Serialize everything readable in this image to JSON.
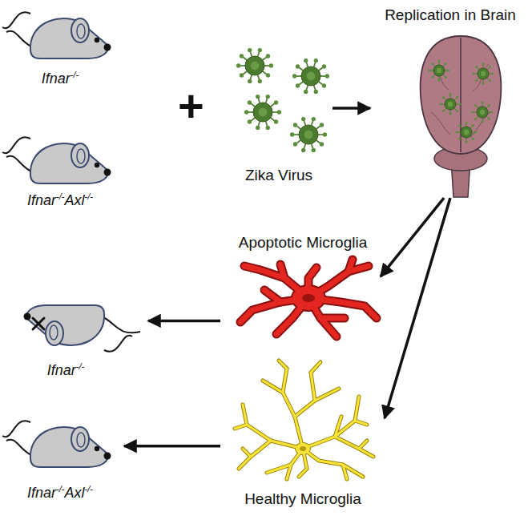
{
  "diagram": {
    "nodes": [
      {
        "text": [
          "Ifnar-/-"
        ]
      },
      {
        "text": [
          "Ifnar-/-Axl-/-"
        ]
      },
      {
        "text": [
          "Zika Virus"
        ]
      },
      {
        "text": [
          "Replication in Brain"
        ]
      },
      {
        "text": [
          "Apoptotic Microglia"
        ]
      },
      {
        "text": [
          "Healthy Microglia"
        ]
      },
      {
        "text": [
          "Ifnar-/-"
        ]
      },
      {
        "text": [
          "Ifnar-/-Axl-/-"
        ]
      }
    ],
    "edges": [
      {
        "from": 2,
        "to": 3,
        "arrow": "to"
      },
      {
        "from": 3,
        "to": 4,
        "arrow": "to"
      },
      {
        "from": 3,
        "to": 5,
        "arrow": "to"
      },
      {
        "from": 4,
        "to": 6,
        "arrow": "to"
      },
      {
        "from": 5,
        "to": 7,
        "arrow": "to"
      }
    ],
    "labels": [
      "+"
    ]
  }
}
